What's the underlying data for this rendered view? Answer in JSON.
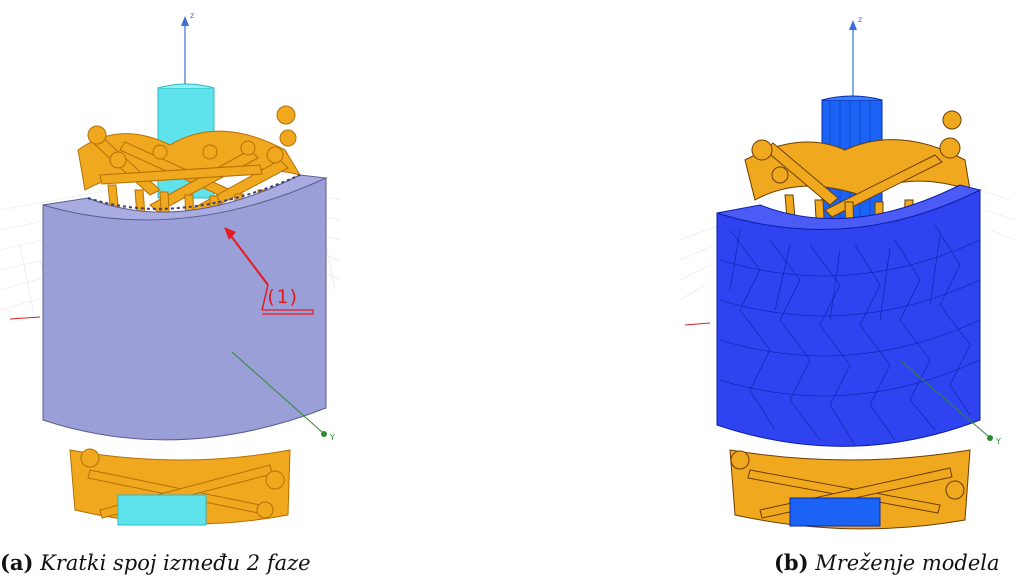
{
  "figure": {
    "panels": [
      {
        "id": "a",
        "caption_label": "(a)",
        "caption_text": "Kratki spoj između 2 faze",
        "callout_label": "(1)",
        "axis_z": "z",
        "axis_y": "Y",
        "colors": {
          "stator": "#9a9fd8",
          "winding": "#f0a81e",
          "shaft": "#5ee3ec",
          "callout": "#e8191c"
        }
      },
      {
        "id": "b",
        "caption_label": "(b)",
        "caption_text": "Mreženje modela",
        "axis_z": "z",
        "axis_y": "Y",
        "colors": {
          "stator_mesh": "#2f43f0",
          "mesh_lines": "#0b1ea8",
          "winding": "#f0a81e",
          "shaft": "#1b63f5"
        }
      }
    ]
  }
}
